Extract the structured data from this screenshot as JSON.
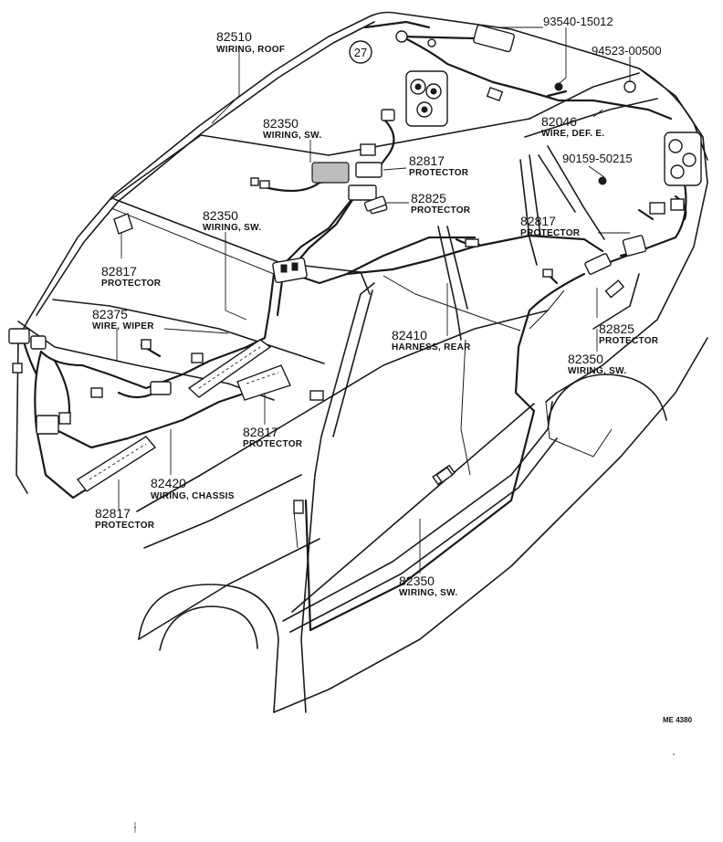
{
  "diagram_code": "ME 4380",
  "callout": "27",
  "parts": {
    "roof_wiring": {
      "number": "82510",
      "desc": "WIRING, ROOF"
    },
    "clip_a": {
      "number": "93540-15012"
    },
    "clip_b": {
      "number": "94523-00500"
    },
    "wiring_sw_roof": {
      "number": "82350",
      "desc": "WIRING, SW."
    },
    "protector_roof": {
      "number": "82817",
      "desc": "PROTECTOR"
    },
    "protector_small_roof": {
      "number": "82825",
      "desc": "PROTECTOR"
    },
    "wire_def": {
      "number": "82046",
      "desc": "WIRE, DEF. E."
    },
    "screw": {
      "number": "90159-50215"
    },
    "protector_rear": {
      "number": "82817",
      "desc": "PROTECTOR"
    },
    "wiring_sw_dash": {
      "number": "82350",
      "desc": "WIRING, SW."
    },
    "protector_pillar": {
      "number": "82817",
      "desc": "PROTECTOR"
    },
    "wire_wiper": {
      "number": "82375",
      "desc": "WIRE, WIPER"
    },
    "harness_rear": {
      "number": "82410",
      "desc": "HARNESS, REAR"
    },
    "protector_small_rear": {
      "number": "82825",
      "desc": "PROTECTOR"
    },
    "wiring_sw_rear": {
      "number": "82350",
      "desc": "WIRING, SW."
    },
    "protector_floor": {
      "number": "82817",
      "desc": "PROTECTOR"
    },
    "wiring_chassis": {
      "number": "82420",
      "desc": "WIRING, CHASSIS"
    },
    "protector_sill": {
      "number": "82817",
      "desc": "PROTECTOR"
    },
    "wiring_sw_door": {
      "number": "82350",
      "desc": "WIRING, SW."
    }
  }
}
